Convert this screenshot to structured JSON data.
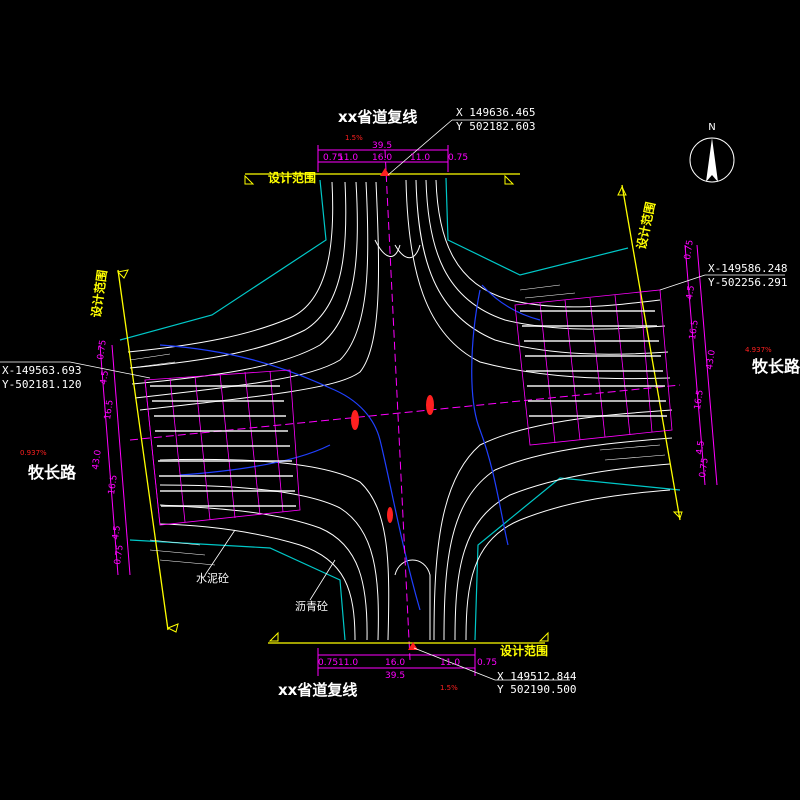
{
  "road_top": "xx省道复线",
  "road_bottom": "xx省道复线",
  "road_left": "牧长路",
  "road_right": "牧长路",
  "design_scope": "设计范围",
  "material_cement": "水泥砼",
  "material_asphalt": "沥青砼",
  "north_label": "N",
  "coord_top_x": "X 149636.465",
  "coord_top_y": "Y 502182.603",
  "coord_bottom_x": "X 149512.844",
  "coord_bottom_y": "Y 502190.500",
  "coord_left_x": "X-149563.693",
  "coord_left_y": "Y-502181.120",
  "coord_right_x": "X-149586.248",
  "coord_right_y": "Y-502256.291",
  "dims_top": [
    "0.75",
    "11.0",
    "16.0",
    "11.0",
    "0.75"
  ],
  "dims_top_total": "39.5",
  "dims_bottom": [
    "0.75",
    "11.0",
    "16.0",
    "11.0",
    "0.75"
  ],
  "dims_bottom_total": "39.5",
  "dims_left": [
    "0.75",
    "4.5",
    "16.5",
    "16.5",
    "4.5",
    "0.75"
  ],
  "dims_left_total": "43.0",
  "dims_right": [
    "0.75",
    "4.5",
    "16.5",
    "16.5",
    "4.5",
    "0.75"
  ],
  "dims_right_total": "43.0",
  "slope_top": "1.5%",
  "slope_bottom": "1.5%",
  "slope_left": "0.937%",
  "slope_right": "4.937%",
  "colors": {
    "background": "#000000",
    "contour": "#ffffff",
    "road_edge": "#00c8c8",
    "dimension": "#ff00ff",
    "scope_line": "#ffff00",
    "contour_blue": "#2040ff",
    "elevation_red": "#ff2020"
  }
}
